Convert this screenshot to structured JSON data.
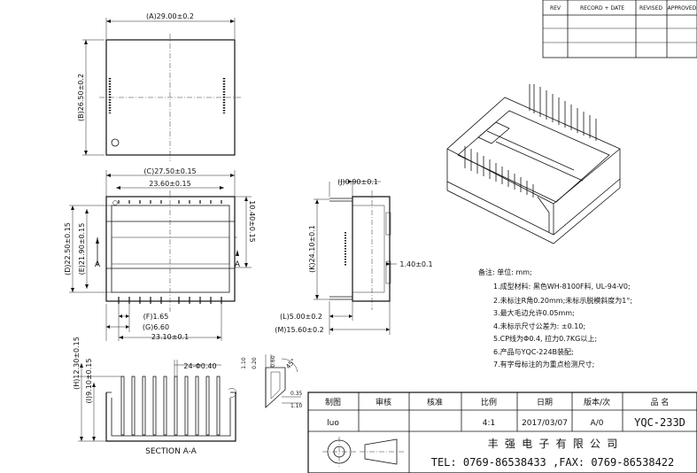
{
  "revision_table": {
    "headers": [
      "REV",
      "RECORD + DATE",
      "REVISED",
      "APPROVED"
    ]
  },
  "top_view": {
    "dim_width": "(A)29.00±0.2",
    "dim_height": "(B)26.50±0.2"
  },
  "front_view": {
    "dim_c": "(C)27.50±0.15",
    "dim_c2": "23.60±0.15",
    "dim_d": "(D)22.50±0.15",
    "dim_e": "(E)21.90±0.15",
    "dim_right": "10.40±0.15",
    "dim_f": "(F)1.65",
    "dim_g": "(G)6.60",
    "dim_bottom": "23.10±0.1",
    "section_mark": "A"
  },
  "side_view": {
    "dim_j": "(J)0.90±0.1",
    "dim_k": "(K)24.10±0.1",
    "dim_pin": "1.40±0.1",
    "dim_l": "(L)5.00±0.2",
    "dim_m": "(M)15.60±0.2"
  },
  "section_view": {
    "dim_h": "(H)12.30±0.15",
    "dim_i": "(I)9.10±0.15",
    "dim_pins": "24-Φ0.40",
    "label": "SECTION A-A"
  },
  "detail_view": {
    "d1": "1.10",
    "d2": "0.20",
    "d3": "0.60",
    "d4": "45°",
    "d5": "0.35",
    "d6": "1.10"
  },
  "notes": {
    "title": "备注: 单位: mm;",
    "items": [
      "1.成型材料: 黑色WH-8100F料, UL-94-V0;",
      "2.未标注R角0.20mm;未标示脱模斜度为1°;",
      "3.最大毛边允许0.05mm;",
      "4.未标示尺寸公差为: ±0.10;",
      "5.CP线为Φ0.4, 拉力0.7KG以上;",
      "6.产品与YQC-224B装配;",
      "7.有字母标注的为重点检测尺寸;"
    ]
  },
  "title_block": {
    "headers": [
      "制图",
      "审核",
      "核准",
      "比例",
      "日期",
      "版本/次",
      "品 名"
    ],
    "values": [
      "luo",
      "",
      "",
      "4:1",
      "2017/03/07",
      "A/0",
      "YQC-233D"
    ],
    "company": "丰 强 电 子 有 限 公 司",
    "contact": "TEL: 0769-86538433 ,FAX: 0769-86538422"
  }
}
